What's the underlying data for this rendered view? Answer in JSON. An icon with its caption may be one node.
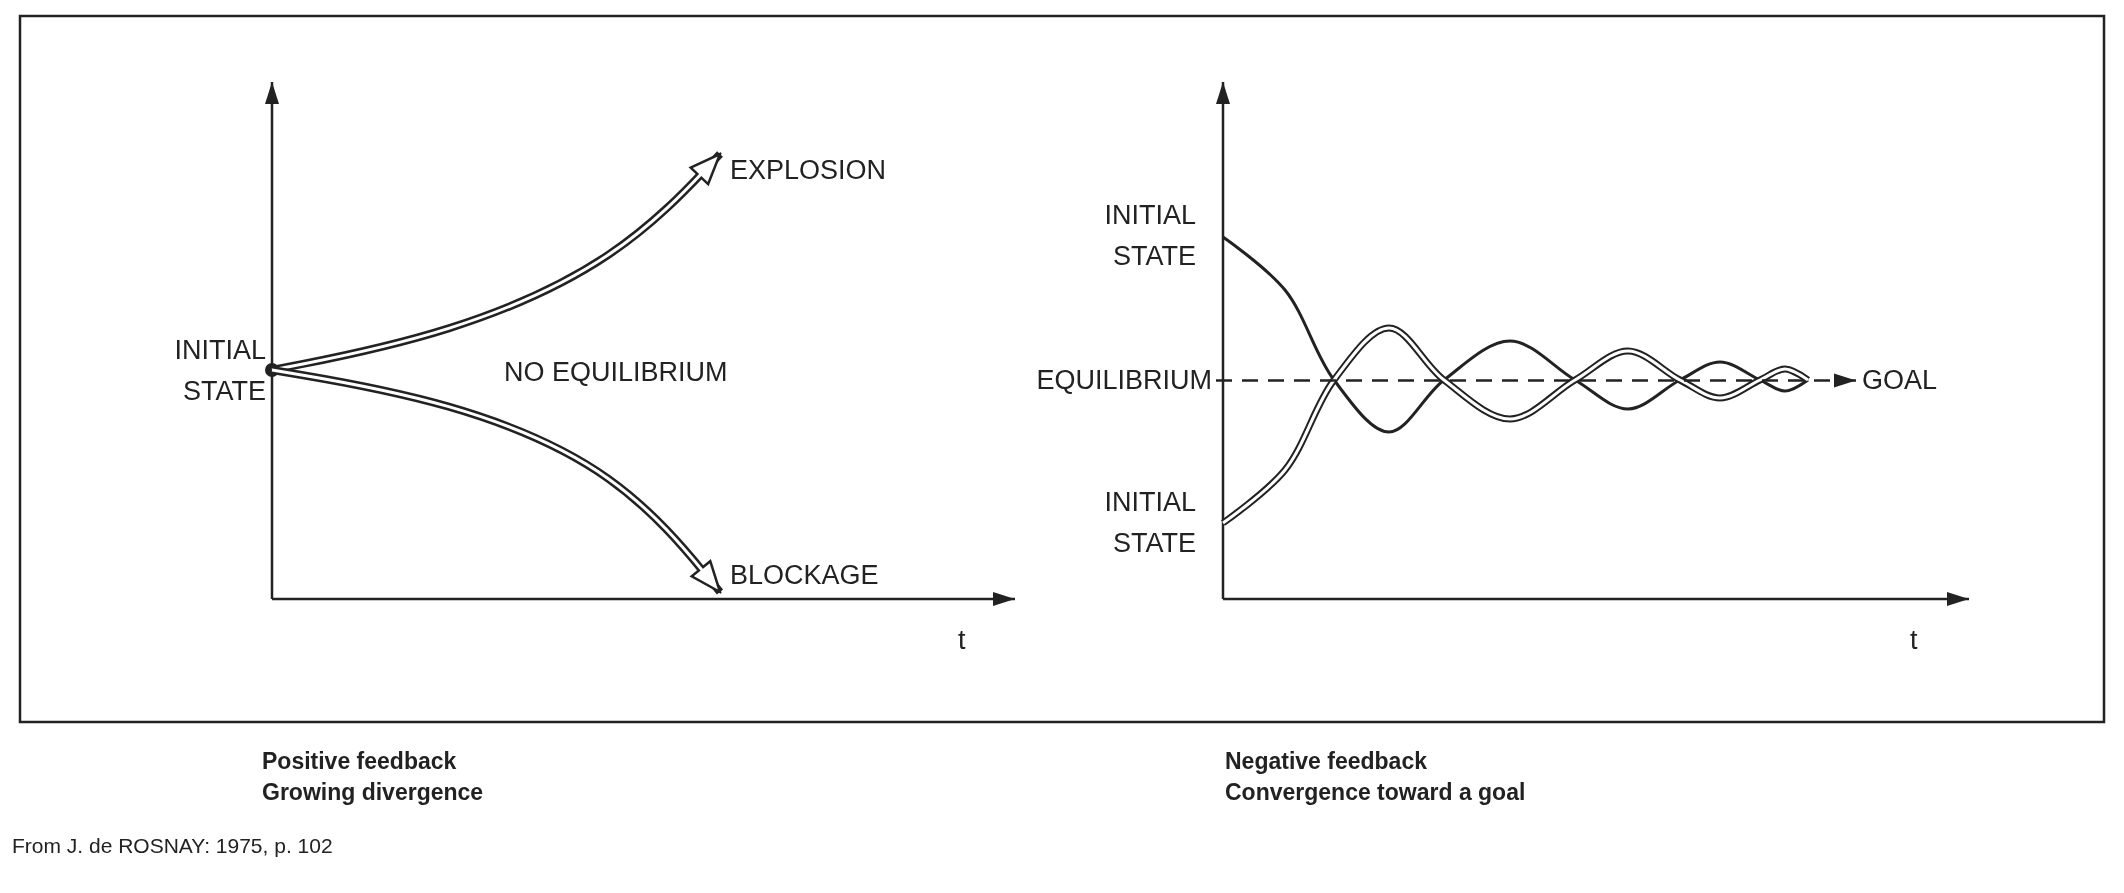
{
  "diagram": {
    "nodes": [
      {
        "text": [
          "INITIAL STATE"
        ]
      },
      {
        "text": [
          "EXPLOSION"
        ]
      },
      {
        "text": [
          "BLOCKAGE"
        ]
      },
      {
        "text": [
          "INITIAL STATE"
        ]
      },
      {
        "text": [
          "EQUILIBRIUM"
        ]
      },
      {
        "text": [
          "INITIAL STATE"
        ]
      },
      {
        "text": [
          "GOAL"
        ]
      }
    ],
    "edges": [
      {
        "from": 0,
        "to": 1,
        "arrow": "to"
      },
      {
        "from": 0,
        "to": 2,
        "arrow": "to"
      },
      {
        "from": 4,
        "to": 6,
        "arrow": "to",
        "style": "dashed"
      }
    ],
    "labels": [
      "NO EQUILIBRIUM",
      "t",
      "t",
      "Positive feedback",
      "Growing divergence",
      "Negative feedback",
      "Convergence toward a goal",
      "From J. de ROSNAY: 1975, p. 102"
    ]
  }
}
